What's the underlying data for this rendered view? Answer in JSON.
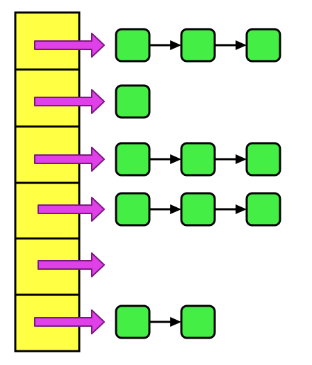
{
  "diagram": {
    "kind": "hash table with chained linked lists",
    "colors": {
      "bucket_fill": "#ffff44",
      "bucket_stroke": "#000000",
      "pointer_arrow": "#e040e8",
      "pointer_arrow_outline": "#7a1a80",
      "node_fill": "#44ee44",
      "node_stroke": "#000000",
      "link_arrow": "#000000"
    },
    "buckets": [
      {
        "chain_length": 3
      },
      {
        "chain_length": 1
      },
      {
        "chain_length": 3
      },
      {
        "chain_length": 3
      },
      {
        "chain_length": 0
      },
      {
        "chain_length": 2
      }
    ]
  }
}
